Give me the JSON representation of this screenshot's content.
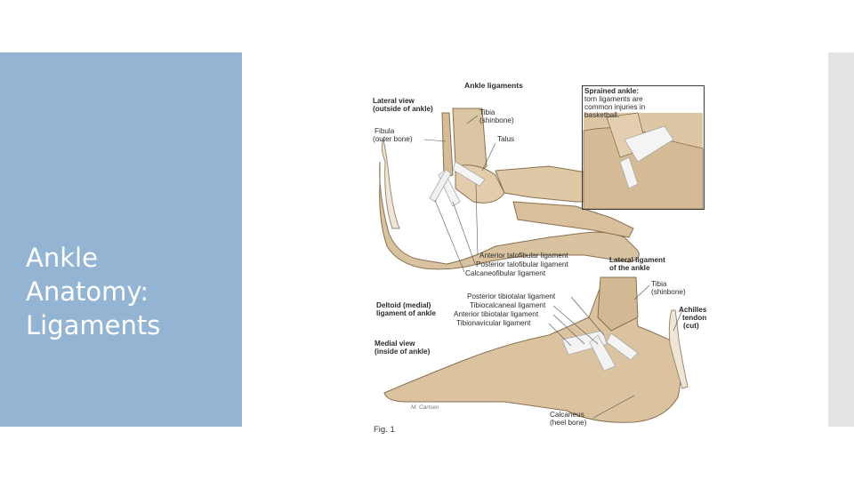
{
  "slide": {
    "title_lines": [
      "Ankle",
      "Anatomy:",
      "Ligaments"
    ]
  },
  "colors": {
    "side_panel": "#93b4d3",
    "right_bar": "#e3e3e3",
    "bone": "#d9c2a0",
    "ligament": "#f2f2f2"
  },
  "figure": {
    "main_title": "Ankle ligaments",
    "lateral_view": [
      "Lateral view",
      "(outside of ankle)"
    ],
    "tibia_top": [
      "Tibia",
      "(shinbone)"
    ],
    "fibula": [
      "Fibula",
      "(outer bone)"
    ],
    "talus": "Talus",
    "inset_title": "Sprained ankle:",
    "inset_text": [
      "torn ligaments are",
      "common injuries in",
      "basketball."
    ],
    "anterior_talofibular": "Anterior talofibular ligament",
    "posterior_talofibular": "Posterior talofibular ligament",
    "calcaneofibular": "Calcaneofibular ligament",
    "lateral_ligament": [
      "Lateral ligament",
      "of the ankle"
    ],
    "tibia_bottom": [
      "Tibia",
      "(shinbone)"
    ],
    "posterior_tibiotalar": "Posterior tibiotalar ligament",
    "tibiocalcaneal": "Tibiocalcaneal ligament",
    "anterior_tibiotalar": "Anterior tibiotalar ligament",
    "tibionavicular": "Tibionavicular ligament",
    "deltoid": [
      "Deltoid (medial)",
      "ligament of ankle"
    ],
    "achilles": [
      "Achilles",
      "tendon",
      "(cut)"
    ],
    "medial_view": [
      "Medial view",
      "(inside of ankle)"
    ],
    "calcaneus": [
      "Calcaneus",
      "(heel bone)"
    ],
    "signature": "M. Carlsen",
    "fig_label": "Fig. 1"
  }
}
